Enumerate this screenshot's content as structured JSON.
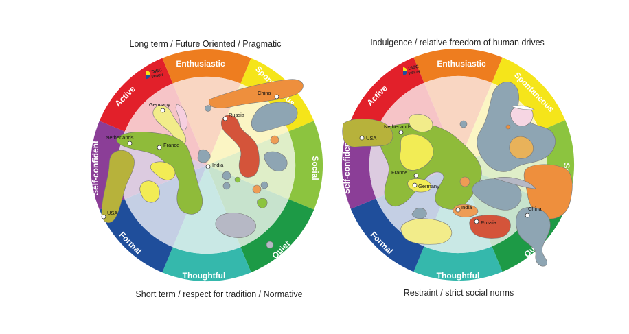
{
  "captions": {
    "left_top": "Long term / Future Oriented / Pragmatic",
    "left_bottom": "Short term / respect for tradition / Normative",
    "right_top": "Indulgence / relative freedom of human drives",
    "right_bottom": "Restraint / strict social norms"
  },
  "logo": {
    "line1": "DISC",
    "line2": "VISION"
  },
  "segments": [
    "Enthusiastic",
    "Spontaneous",
    "Social",
    "Quiet",
    "Thoughtful",
    "Formal",
    "Self-confident",
    "Active"
  ],
  "colors": {
    "enthusiastic": "#ee7d1f",
    "spontaneous": "#f5e51a",
    "social": "#8cc43f",
    "quiet": "#1d9a46",
    "thoughtful": "#35b8ac",
    "formal": "#1f4e9b",
    "selfconfident": "#8b3e97",
    "active": "#e2202a"
  },
  "left_countries": {
    "china": "China",
    "germany": "Germany",
    "russia": "Russia",
    "netherlands": "Netherlands",
    "france": "France",
    "india": "India",
    "usa": "USA"
  },
  "right_countries": {
    "netherlands": "Netherlands",
    "usa": "USA",
    "france": "France",
    "germany": "Germany",
    "india": "India",
    "russia": "Russia",
    "china": "China"
  }
}
